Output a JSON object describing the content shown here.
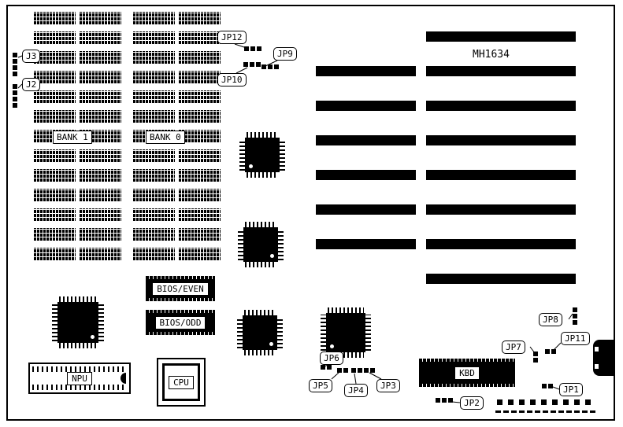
{
  "board": {
    "model": "MH1634"
  },
  "labels": {
    "j3": "J3",
    "j2": "J2",
    "jp12": "JP12",
    "jp9": "JP9",
    "jp10": "JP10",
    "bank1": "BANK 1",
    "bank0": "BANK 0",
    "bios_even": "BIOS/EVEN",
    "bios_odd": "BIOS/ODD",
    "npu": "NPU",
    "cpu": "CPU",
    "kbd": "KBD",
    "jp6": "JP6",
    "jp5": "JP5",
    "jp4": "JP4",
    "jp3": "JP3",
    "jp2": "JP2",
    "jp1": "JP1",
    "jp7": "JP7",
    "jp8": "JP8",
    "jp11": "JP11"
  },
  "structure": {
    "memory_rows": 13,
    "memory_cols": 4,
    "isa_long_slots": 8,
    "isa_short_slots": 6,
    "pad_squares": 9,
    "pad_dashes": 13
  },
  "colors": {
    "ink": "#000000",
    "paper": "#ffffff"
  }
}
